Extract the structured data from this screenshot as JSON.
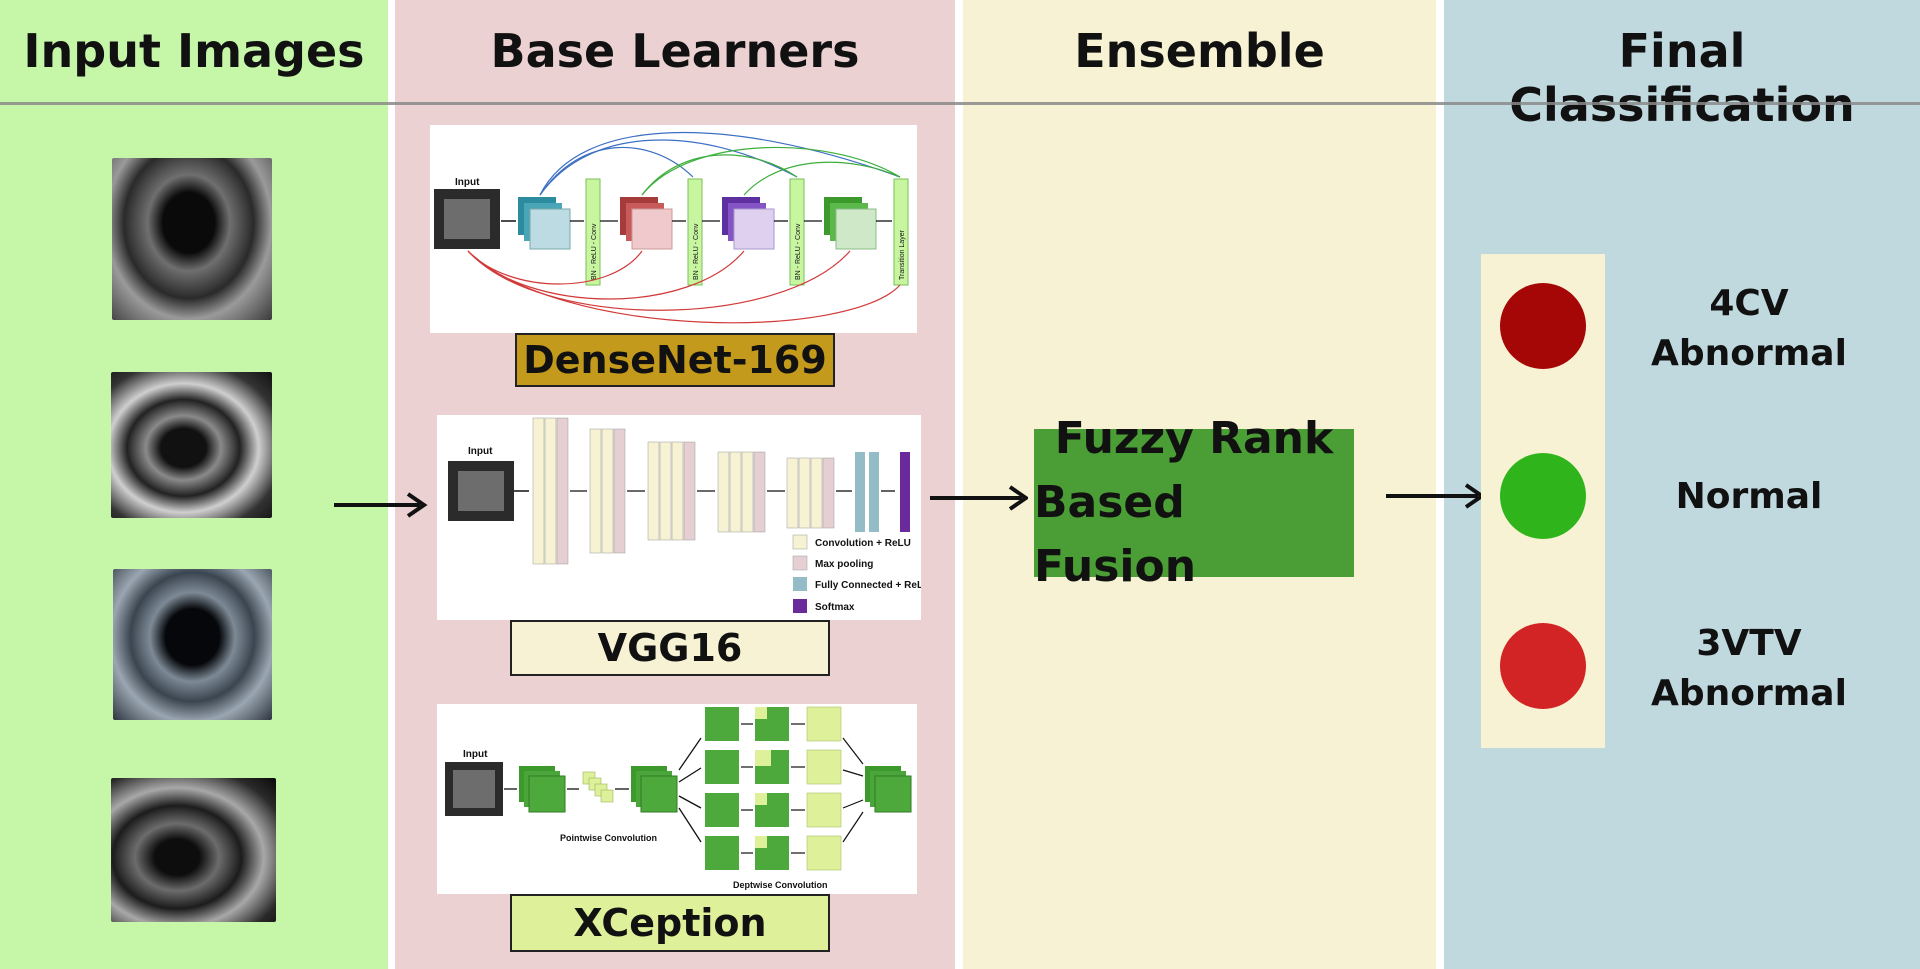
{
  "columns": {
    "input": {
      "title": "Input Images",
      "bg": "#c6f7a9"
    },
    "base": {
      "title": "Base Learners",
      "bg": "#ebd1d2"
    },
    "ensemble": {
      "title": "Ensemble",
      "bg": "#f6f2d3"
    },
    "final": {
      "title": "Final Classification",
      "bg": "#c0d9df"
    }
  },
  "base_learners": [
    {
      "name": "DenseNet-169",
      "label_bg": "#c49a1c"
    },
    {
      "name": "VGG16",
      "label_bg": "#f6f2d3"
    },
    {
      "name": "XCeption",
      "label_bg": "#dff09a"
    }
  ],
  "densenet_diagram": {
    "input": "Input",
    "layer_labels": [
      "BN - ReLU - Conv",
      "BN - ReLU - Conv",
      "BN - ReLU - Conv",
      "Transition Layer"
    ]
  },
  "vgg_diagram": {
    "input": "Input",
    "legend": [
      {
        "label": "Convolution + ReLU",
        "color": "#f6f2d3"
      },
      {
        "label": "Max pooling",
        "color": "#e6cfd2"
      },
      {
        "label": "Fully Connected + ReLU",
        "color": "#93bcc6"
      },
      {
        "label": "Softmax",
        "color": "#6a2a9c"
      }
    ]
  },
  "xception_diagram": {
    "input": "Input",
    "pointwise": "Pointwise Convolution",
    "depthwise": "Deptwise Convolution"
  },
  "ensemble": {
    "line1": "Fuzzy Rank",
    "line2": "Based Fusion",
    "bg": "#4a9e35"
  },
  "classes": [
    {
      "line1": "4CV",
      "line2": "Abnormal",
      "color": "#a50707"
    },
    {
      "line1": "Normal",
      "line2": "",
      "color": "#2fb41b"
    },
    {
      "line1": "3VTV",
      "line2": "Abnormal",
      "color": "#d22424"
    }
  ]
}
